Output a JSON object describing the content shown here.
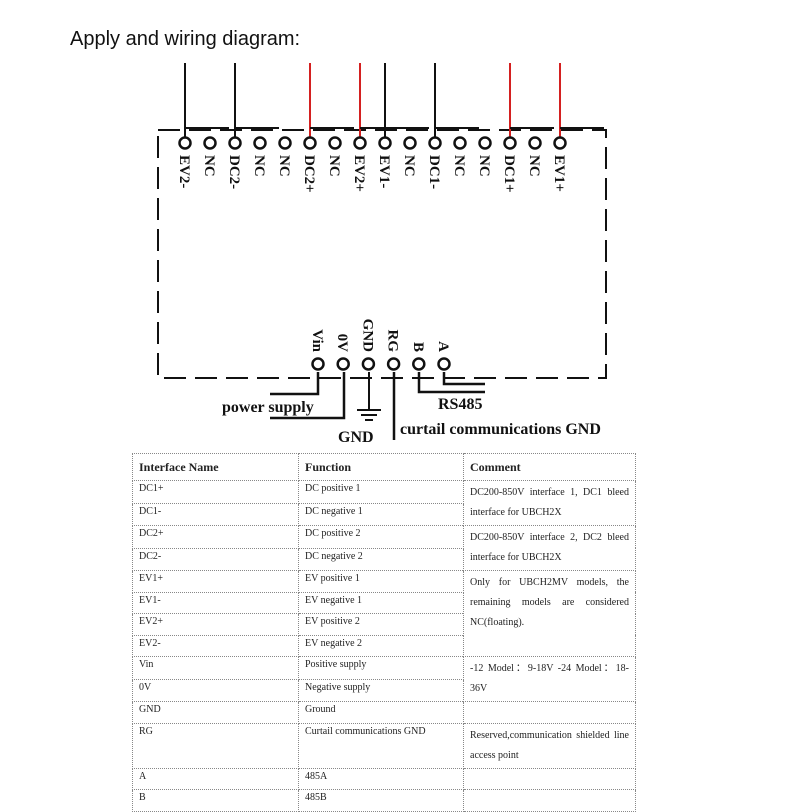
{
  "heading": "Apply and wiring diagram:",
  "top_terminals": [
    {
      "label": "EV2-",
      "wired": "black"
    },
    {
      "label": "NC",
      "wired": ""
    },
    {
      "label": "DC2-",
      "wired": "black"
    },
    {
      "label": "NC",
      "wired": ""
    },
    {
      "label": "NC",
      "wired": ""
    },
    {
      "label": "DC2+",
      "wired": "red"
    },
    {
      "label": "NC",
      "wired": ""
    },
    {
      "label": "EV2+",
      "wired": "red"
    },
    {
      "label": "EV1-",
      "wired": "black"
    },
    {
      "label": "NC",
      "wired": ""
    },
    {
      "label": "DC1-",
      "wired": "black"
    },
    {
      "label": "NC",
      "wired": ""
    },
    {
      "label": "NC",
      "wired": ""
    },
    {
      "label": "DC1+",
      "wired": "red"
    },
    {
      "label": "NC",
      "wired": ""
    },
    {
      "label": "EV1+",
      "wired": "red"
    }
  ],
  "bottom_terminals": [
    "Vin",
    "0V",
    "GND",
    "RG",
    "B",
    "A"
  ],
  "callouts": {
    "power_supply": "power supply",
    "gnd": "GND",
    "rs485": "RS485",
    "curtail": "curtail communications GND"
  },
  "colors": {
    "red_wire": "#d42020",
    "black_wire": "#111111"
  },
  "table": {
    "headers": [
      "Interface Name",
      "Function",
      "Comment"
    ],
    "rows": [
      {
        "name": "DC1+",
        "function": "DC positive 1",
        "comment": "DC200-850V interface 1, DC1 bleed interface for UBCH2X",
        "span": 2
      },
      {
        "name": "DC1-",
        "function": "DC negative 1"
      },
      {
        "name": "DC2+",
        "function": "DC positive 2",
        "comment": "DC200-850V interface 2, DC2 bleed interface for UBCH2X",
        "span": 2
      },
      {
        "name": "DC2-",
        "function": "DC negative 2"
      },
      {
        "name": "EV1+",
        "function": "EV positive 1",
        "comment": "Only for UBCH2MV models, the remaining models are considered NC(floating).",
        "span": 4
      },
      {
        "name": "EV1-",
        "function": "EV negative 1"
      },
      {
        "name": "EV2+",
        "function": "EV positive 2"
      },
      {
        "name": "EV2-",
        "function": "EV negative 2"
      },
      {
        "name": "Vin",
        "function": "Positive supply",
        "comment": "-12 Model：9-18V -24 Model：18-36V",
        "span": 2
      },
      {
        "name": "0V",
        "function": "Negative supply"
      },
      {
        "name": "GND",
        "function": "Ground",
        "comment": "",
        "span": 1
      },
      {
        "name": "RG",
        "function": "Curtail communications GND",
        "comment": "Reserved,communication shielded line access point",
        "span": 1,
        "tall": true
      },
      {
        "name": "A",
        "function": "485A",
        "comment": "",
        "span": 1
      },
      {
        "name": "B",
        "function": "485B",
        "comment": "",
        "span": 1
      }
    ]
  }
}
